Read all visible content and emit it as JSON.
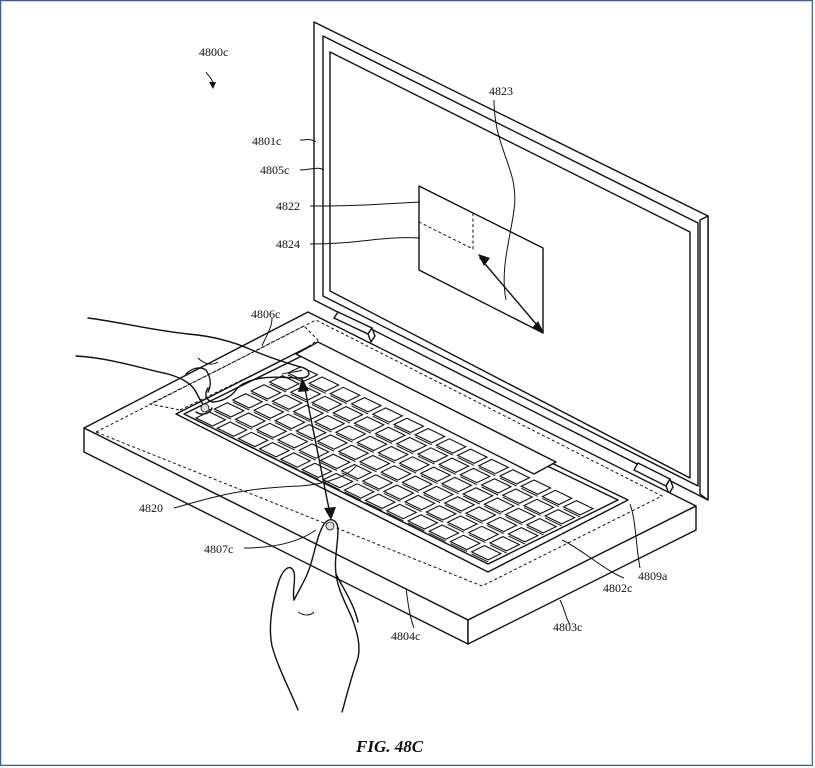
{
  "figure": {
    "caption": "FIG. 48C",
    "labels": {
      "ref_4800c": "4800c",
      "ref_4801c": "4801c",
      "ref_4805c": "4805c",
      "ref_4823": "4823",
      "ref_4822": "4822",
      "ref_4824": "4824",
      "ref_4806c": "4806c",
      "ref_4820": "4820",
      "ref_4807c": "4807c",
      "ref_4802c": "4802c",
      "ref_4809a": "4809a",
      "ref_4804c": "4804c",
      "ref_4803c": "4803c"
    }
  }
}
